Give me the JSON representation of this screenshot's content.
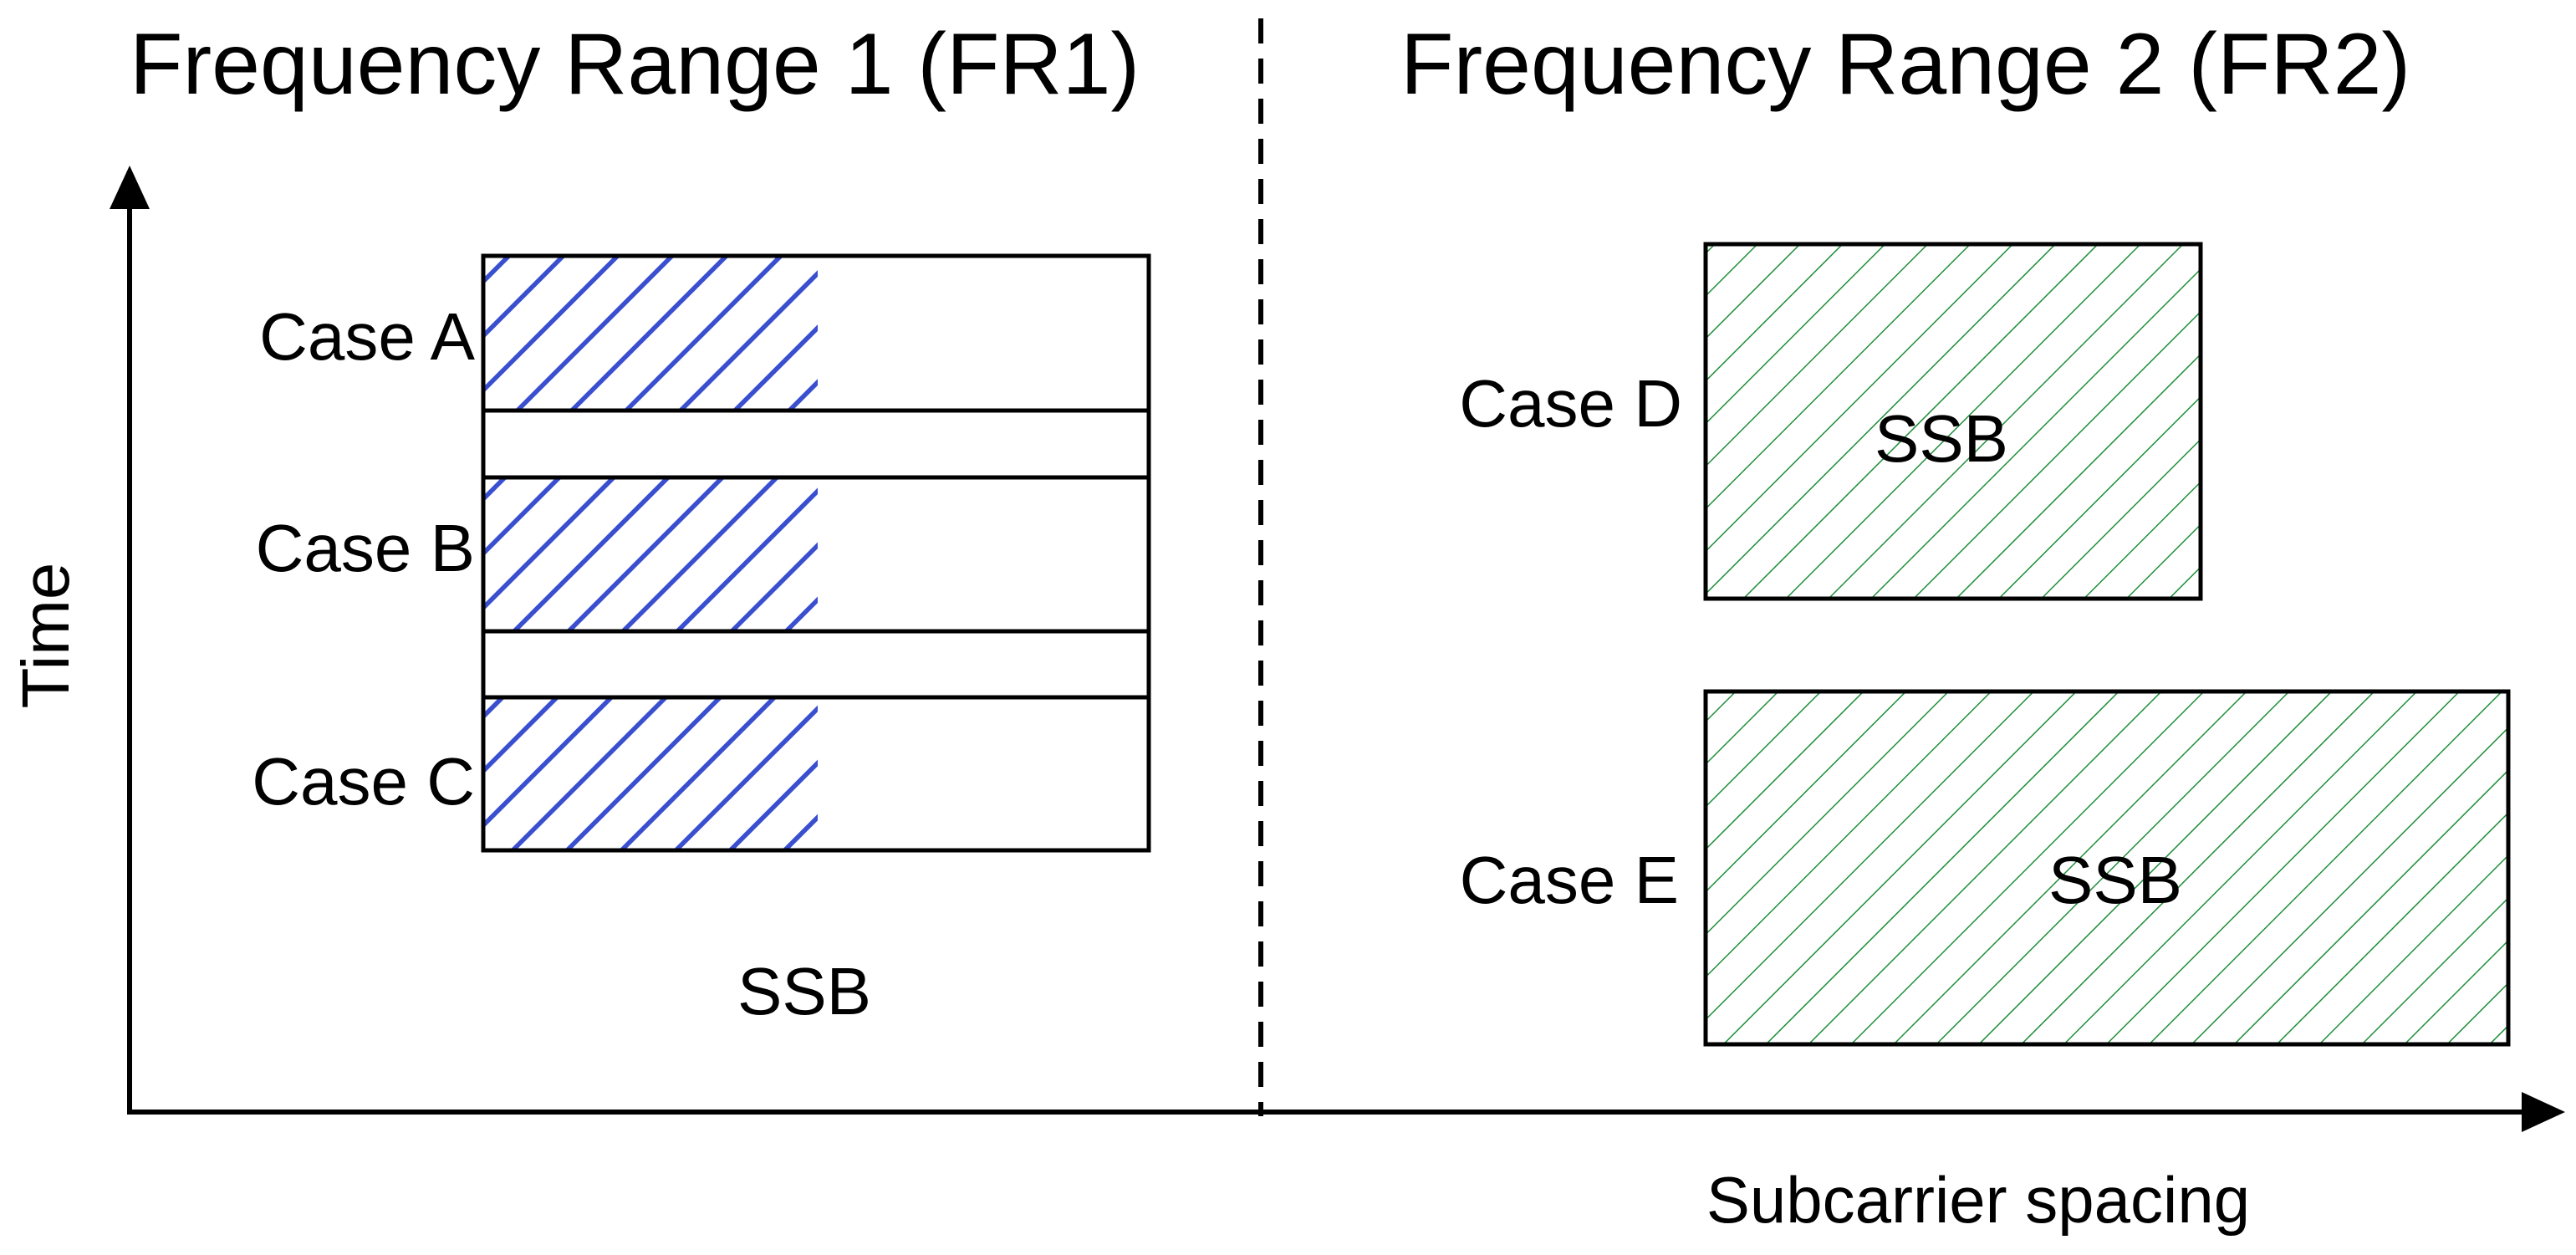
{
  "titles": {
    "fr1": "Frequency Range 1 (FR1)",
    "fr2": "Frequency Range 2 (FR2)"
  },
  "axes": {
    "y_label": "Time",
    "x_label": "Subcarrier spacing"
  },
  "fr1": {
    "cases": [
      {
        "label": "Case A"
      },
      {
        "label": "Case B"
      },
      {
        "label": "Case C"
      }
    ],
    "ssb_label": "SSB",
    "hatch_color": "#3a4fd0",
    "hatch_accent": "#1f8f3a"
  },
  "fr2": {
    "case_d": {
      "label": "Case D",
      "ssb_label": "SSB"
    },
    "case_e": {
      "label": "Case E",
      "ssb_label": "SSB"
    },
    "hatch_color": "#1f8f3a"
  },
  "colors": {
    "line": "#000000",
    "background": "#ffffff"
  }
}
